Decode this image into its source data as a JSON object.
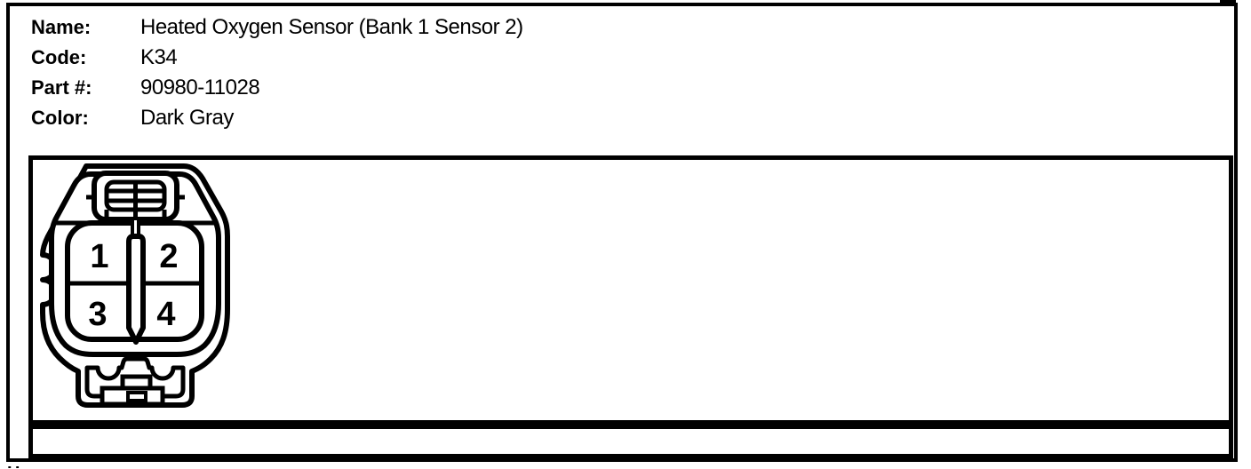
{
  "page": {
    "background": "#ffffff",
    "border_color": "#000000"
  },
  "header": {
    "fields": [
      {
        "label": "Name:",
        "value": "Heated Oxygen Sensor (Bank 1 Sensor 2)"
      },
      {
        "label": "Code:",
        "value": "K34"
      },
      {
        "label": "Part #:",
        "value": "90980-11028"
      },
      {
        "label": "Color:",
        "value": "Dark Gray"
      }
    ]
  },
  "connector": {
    "description": "4-pin connector face view drawing",
    "pins": [
      "1",
      "2",
      "3",
      "4"
    ],
    "line_color": "#000000",
    "fill_color": "#ffffff"
  }
}
